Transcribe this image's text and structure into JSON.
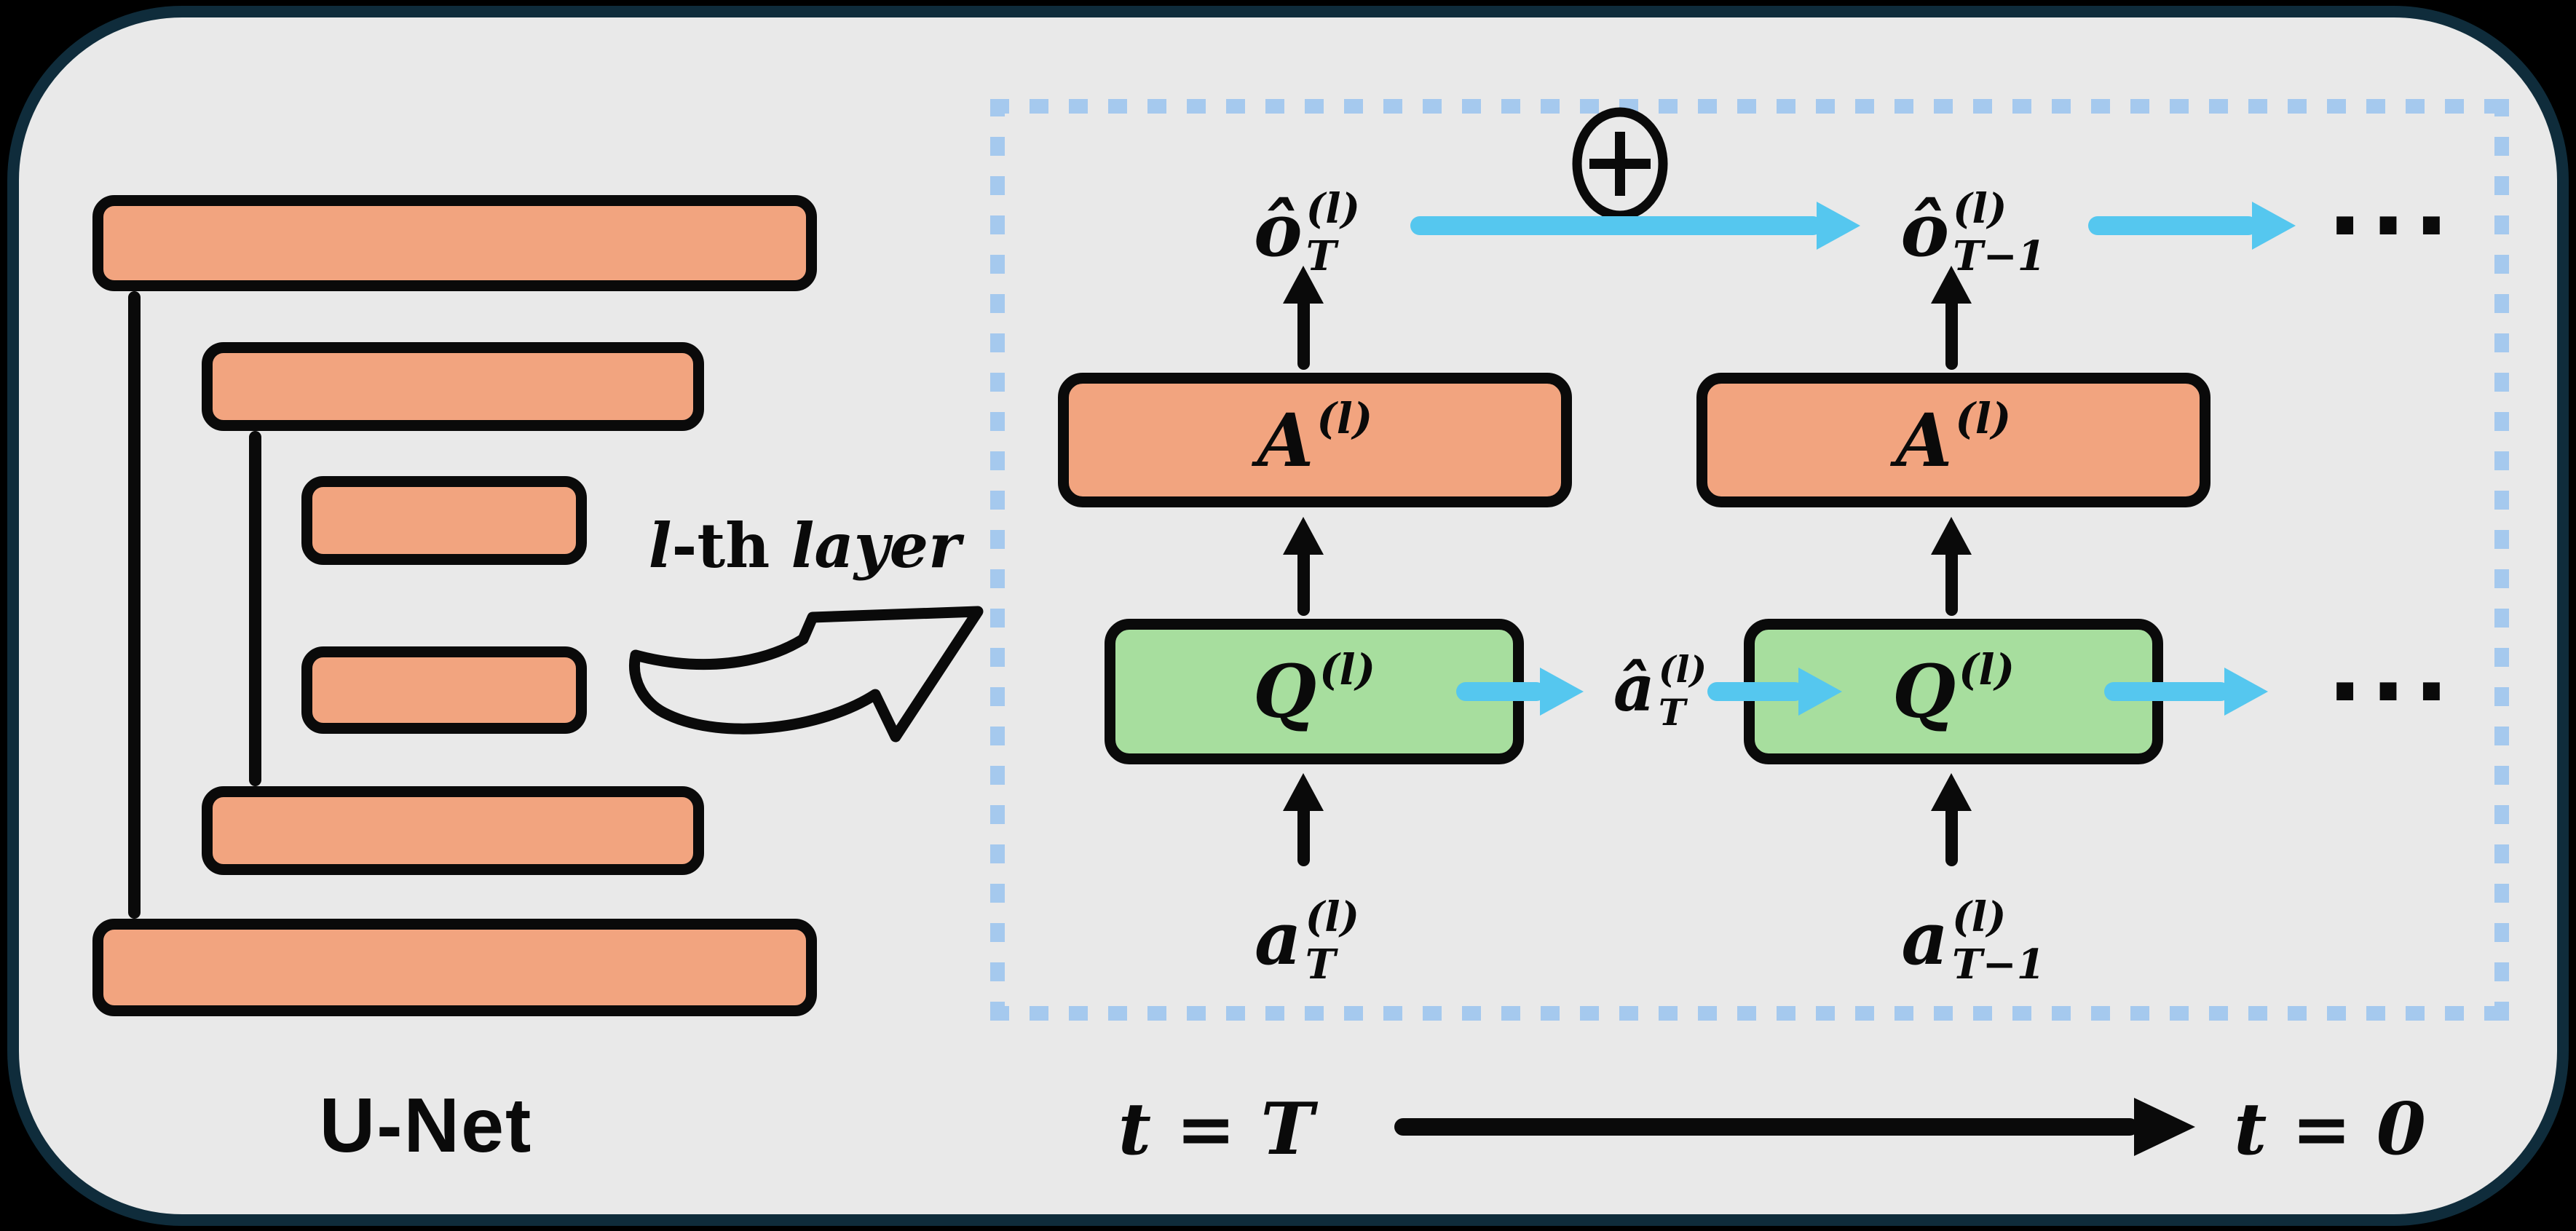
{
  "colors": {
    "ink": "#0a0a0a",
    "orange": "#f2a47f",
    "green": "#a7de9e",
    "blue": "#55c7ef",
    "dash_blue": "#a5c9ee",
    "panel_bg": "#e9e9e9",
    "frame_border": "#0f2c3b"
  },
  "unet": {
    "label": "U-Net"
  },
  "layer_annotation": {
    "l": "l",
    "th": "-th ",
    "layer": "layer"
  },
  "loop": {
    "o_hat_T": {
      "base": "ô",
      "sup": "(l)",
      "sub": "T"
    },
    "o_hat_T_minus_1": {
      "base": "ô",
      "sup": "(l)",
      "sub": "T−1"
    },
    "attention_module": {
      "base": "A",
      "sup": "(l)"
    },
    "q_module": {
      "base": "Q",
      "sup": "(l)"
    },
    "a_hat_T": {
      "base": "â",
      "sup": "(l)",
      "sub": "T"
    },
    "a_T": {
      "base": "a",
      "sup": "(l)",
      "sub": "T"
    },
    "a_T_minus_1": {
      "base": "a",
      "sup": "(l)",
      "sub": "T−1"
    },
    "ellipsis_top": "...",
    "ellipsis_mid": "..."
  },
  "timeline": {
    "start": "t = T",
    "end": "t = 0"
  },
  "icons": {
    "plus": "circle-plus-icon",
    "layer_pointer": "curved-arrow-icon"
  }
}
